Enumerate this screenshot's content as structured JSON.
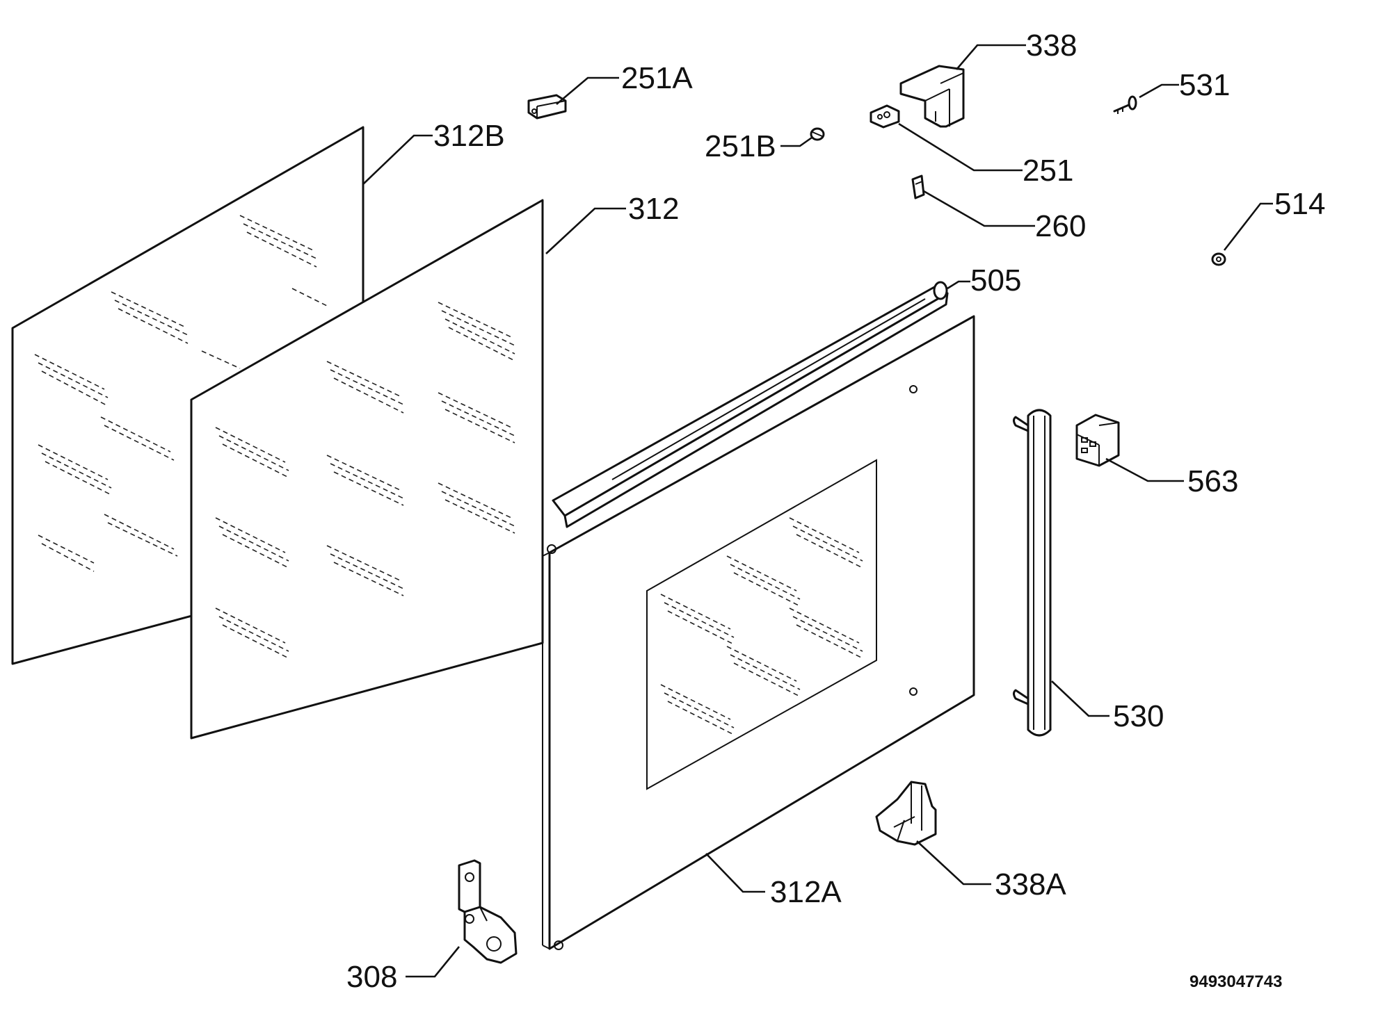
{
  "labels": {
    "p251A": "251A",
    "p338": "338",
    "p531": "531",
    "p312B": "312B",
    "p251B": "251B",
    "p251": "251",
    "p312": "312",
    "p260": "260",
    "p514": "514",
    "p505": "505",
    "p563": "563",
    "p530": "530",
    "p312A": "312A",
    "p338A": "338A",
    "p308": "308"
  },
  "drawing_number": "9493047743"
}
